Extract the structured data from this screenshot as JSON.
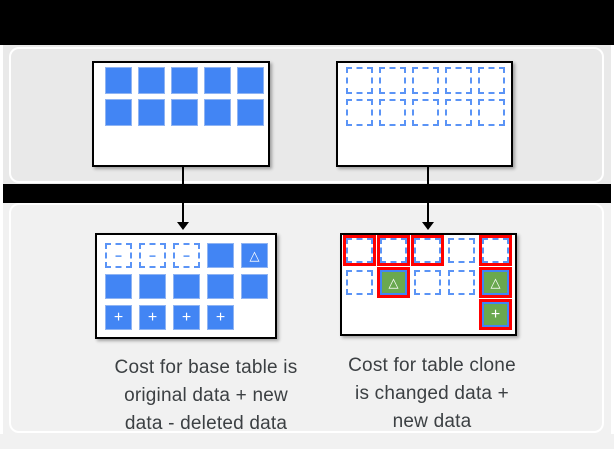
{
  "palette": {
    "blue": "#4285f4",
    "blue_dash": "#5b94f6",
    "green": "#6aa84f",
    "red": "#ff0000",
    "bar_black": "#000000",
    "band_upper_gray": "#e9e9e9",
    "band_lower_gray": "#f1f1f1",
    "caption_text": "#3c4043"
  },
  "glyphs": {
    "minus": "−",
    "delta": "△",
    "plus": "+"
  },
  "tables": {
    "base_table_before": {
      "rows": [
        [
          "filled",
          "filled",
          "filled",
          "filled",
          "filled"
        ],
        [
          "filled",
          "filled",
          "filled",
          "filled",
          "filled"
        ]
      ]
    },
    "table_clone_before": {
      "rows": [
        [
          "dashed",
          "dashed",
          "dashed",
          "dashed",
          "dashed"
        ],
        [
          "dashed",
          "dashed",
          "dashed",
          "dashed",
          "dashed"
        ]
      ]
    },
    "base_table_after": {
      "rows": [
        [
          "dashed_minus",
          "dashed_minus",
          "dashed_minus",
          "filled",
          "filled_delta"
        ],
        [
          "filled",
          "filled",
          "filled",
          "filled",
          "filled"
        ],
        [
          "filled_plus",
          "filled_plus",
          "filled_plus",
          "filled_plus",
          "empty"
        ]
      ]
    },
    "table_clone_after": {
      "rows": [
        [
          "red_dashed",
          "red_dashed",
          "red_dashed",
          "dashed",
          "red_dashed"
        ],
        [
          "dashed",
          "red_green_delta",
          "dashed",
          "dashed",
          "red_green_delta"
        ],
        [
          "empty",
          "empty",
          "empty",
          "empty",
          "red_green_plus"
        ]
      ]
    }
  },
  "captions": {
    "base_table": [
      "Cost for base table is",
      "original data + new",
      "data - deleted data"
    ],
    "table_clone": [
      "Cost for table clone",
      "is changed data +",
      "new data"
    ]
  }
}
